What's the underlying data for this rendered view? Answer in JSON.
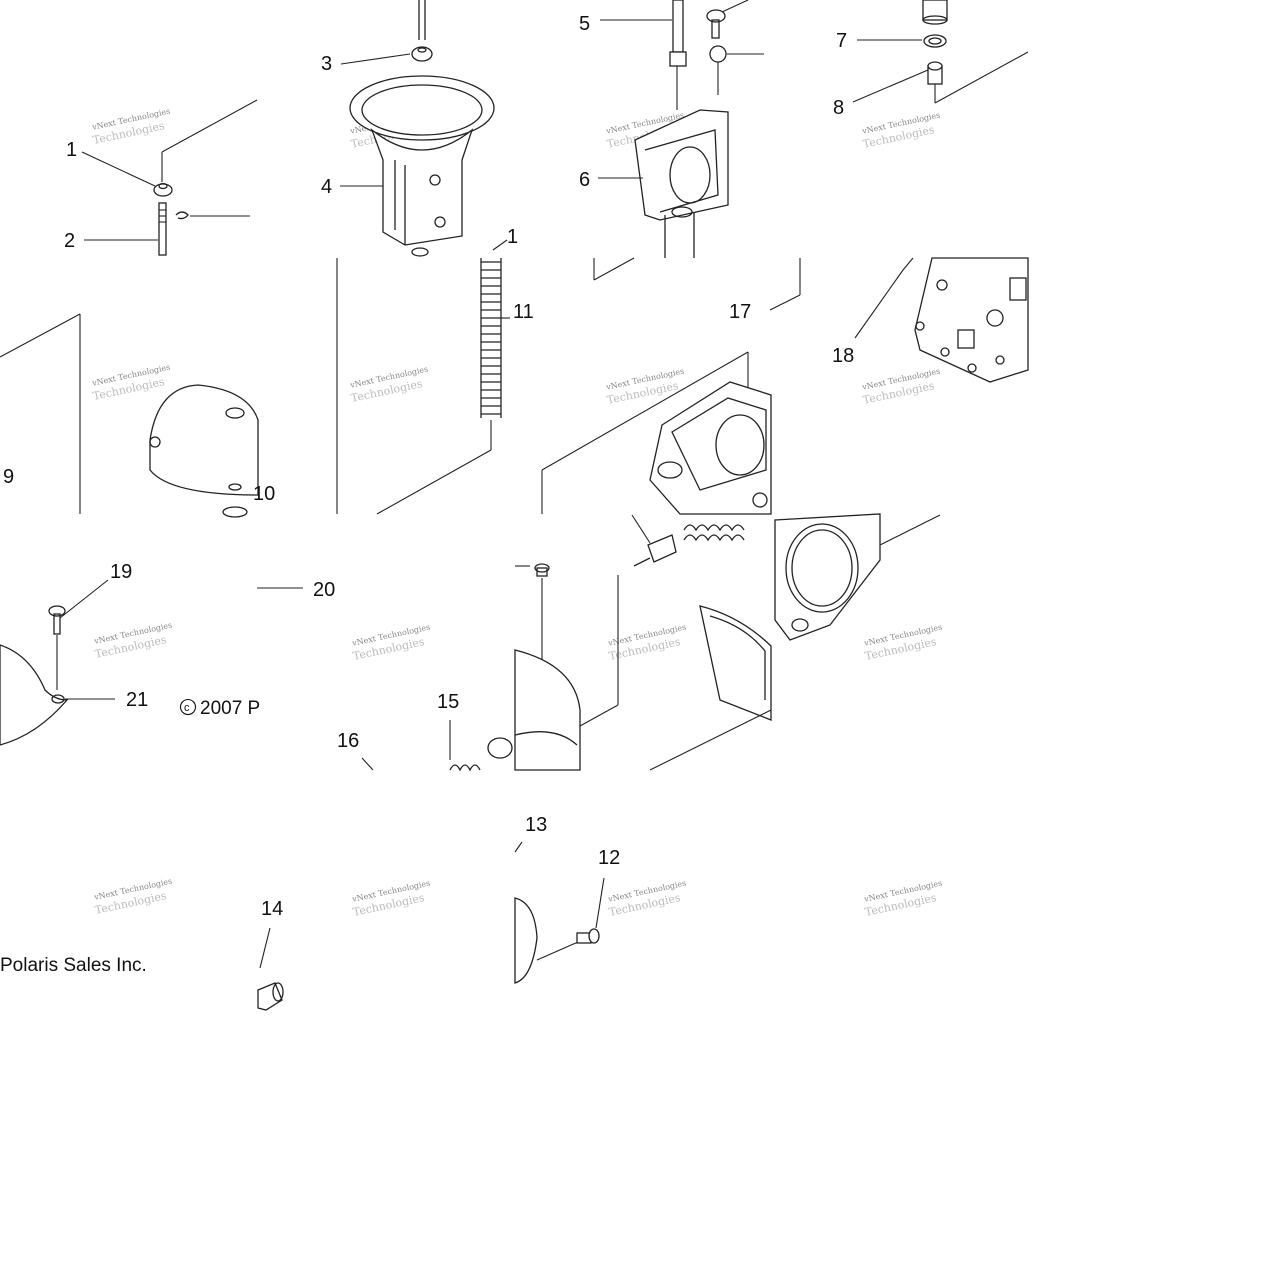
{
  "callouts": [
    "1",
    "2",
    "3",
    "4",
    "5",
    "6",
    "7",
    "8",
    "9",
    "10",
    "1",
    "11",
    "17",
    "18",
    "19",
    "20",
    "21",
    "15",
    "16",
    "13",
    "12",
    "14"
  ],
  "copyright": {
    "prefix_symbol": "c",
    "year_fragment": "2007 P",
    "company_fragment": "Polaris Sales Inc."
  },
  "watermark": {
    "line1": "vNext Technologies",
    "line2": "Technologies"
  },
  "colors": {
    "line": "#222222",
    "background": "#ffffff",
    "watermark": "#888888"
  }
}
